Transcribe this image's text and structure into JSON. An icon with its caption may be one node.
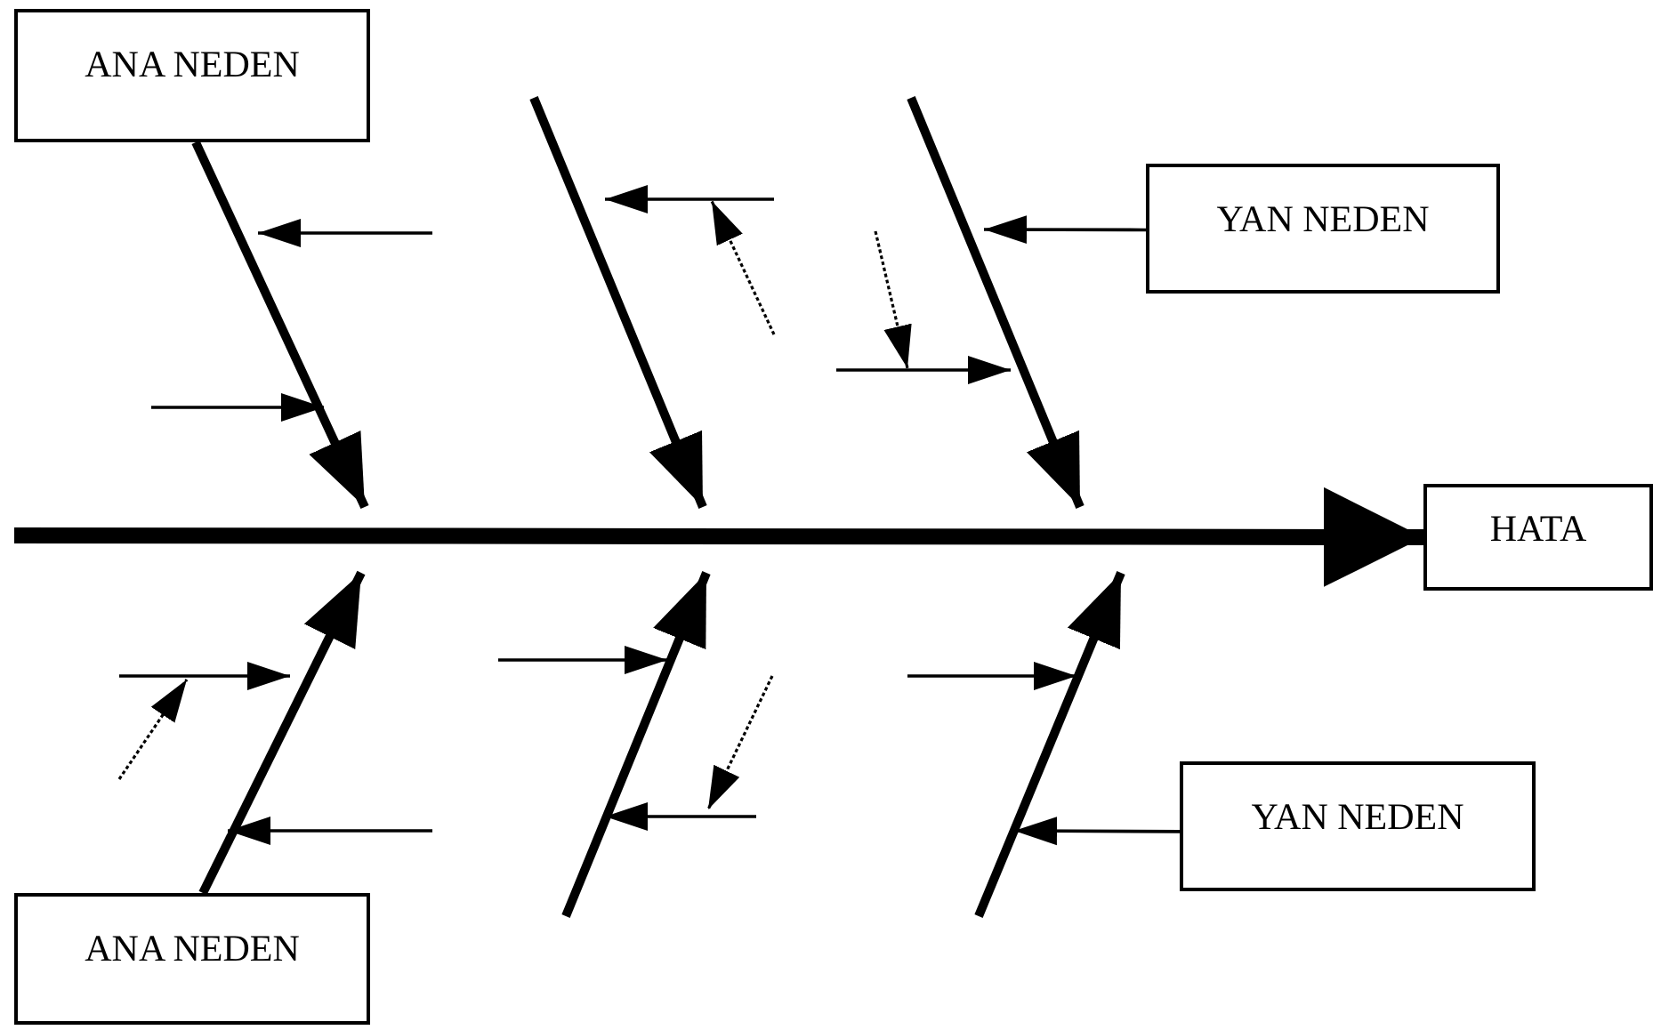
{
  "diagram": {
    "nodes": [
      {
        "text": [
          "ANA NEDEN"
        ]
      },
      {
        "text": [
          "YAN NEDEN"
        ]
      },
      {
        "text": [
          "HATA"
        ]
      },
      {
        "text": [
          "YAN NEDEN"
        ]
      },
      {
        "text": [
          "ANA NEDEN"
        ]
      }
    ],
    "edges": [
      {
        "from": 0,
        "to": null,
        "arrow": "to"
      },
      {
        "from": 1,
        "to": null,
        "arrow": "to"
      },
      {
        "from": null,
        "to": 2,
        "arrow": "to",
        "style": "thick"
      },
      {
        "from": 3,
        "to": null,
        "arrow": "to"
      },
      {
        "from": 4,
        "to": null,
        "arrow": "to"
      }
    ]
  }
}
